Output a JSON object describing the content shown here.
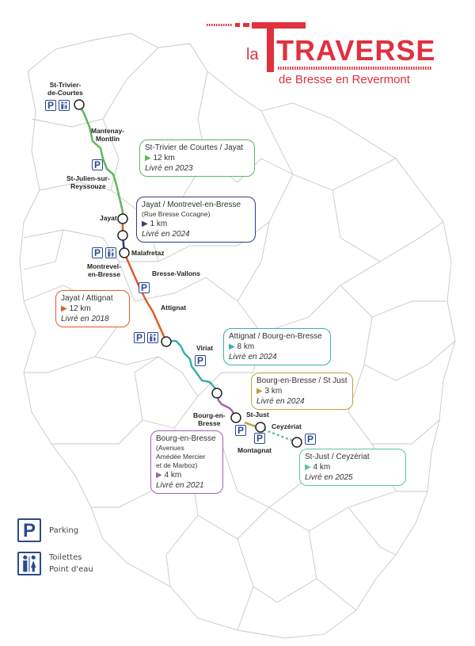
{
  "header": {
    "la": "la",
    "title": "TRAVERSE",
    "subtitle": "de Bresse en Revermont"
  },
  "colors": {
    "brand": "#e0313f",
    "green": "#5cb85c",
    "blue": "#2b3f7f",
    "red": "#e05a2b",
    "teal": "#3bb0a8",
    "yellow": "#b5a43a",
    "purple": "#a061b0",
    "teal_light": "#5fc0a8",
    "icon_blue": "#2a4a8f"
  },
  "places": {
    "st_trivier": "St-Trivier-\nde-Courtes",
    "mantenay": "Mantenay-\nMontlin",
    "st_julien": "St-Julien-sur-\nReyssouze",
    "jayat": "Jayat",
    "malafretaz": "Malafretaz",
    "montrevel": "Montrevel-\nen-Bresse",
    "bresse_vallons": "Bresse-Vallons",
    "attignat": "Attignat",
    "viriat": "Viriat",
    "bourg": "Bourg-en-\nBresse",
    "st_just": "St-Just",
    "ceyzeriat": "Ceyzériat",
    "montagnat": "Montagnat"
  },
  "segments": [
    {
      "name": "St-Trivier de Courtes / Jayat",
      "length": "12 km",
      "delivered": "Livré en 2023"
    },
    {
      "name": "Jayat / Montrevel-en-Bresse",
      "note": "(Rue Bresse Cocagne)",
      "length": "1 km",
      "delivered": "Livré en 2024"
    },
    {
      "name": "Jayat / Attignat",
      "length": "12 km",
      "delivered": "Livré en 2018"
    },
    {
      "name": "Attignat / Bourg-en-Bresse",
      "length": "8 km",
      "delivered": "Livré en 2024"
    },
    {
      "name": "Bourg-en-Bresse / St Just",
      "length": "3 km",
      "delivered": "Livré en 2024"
    },
    {
      "name": "Bourg-en-Bresse",
      "note": "(Avenues\nAmédée Mercier\net de Marboz)",
      "length": "4 km",
      "delivered": "Livré en 2021"
    },
    {
      "name": "St-Just / Ceyzériat",
      "length": "4 km",
      "delivered": "Livré en 2025"
    }
  ],
  "legend": {
    "parking": "Parking",
    "toilets": "Toilettes",
    "water": "Point d'eau"
  },
  "icons": {
    "parking": "P",
    "toilets": "🚻",
    "arrow": "▶"
  }
}
